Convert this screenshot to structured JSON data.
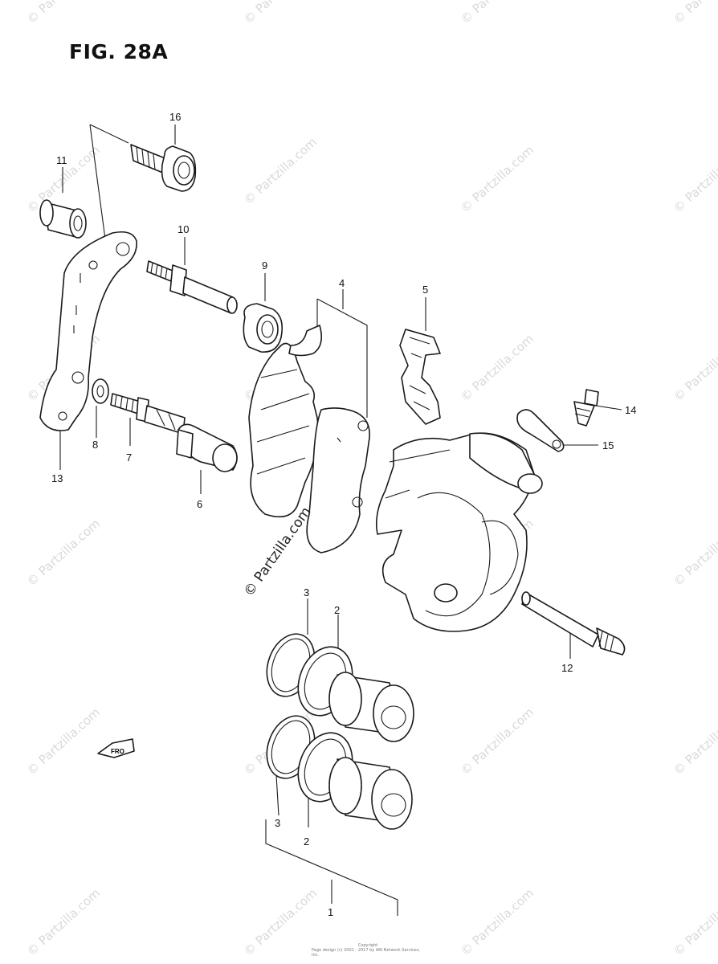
{
  "title": "FIG. 28A",
  "callouts": {
    "c1": "1",
    "c2a": "2",
    "c2b": "2",
    "c3a": "3",
    "c3b": "3",
    "c4": "4",
    "c5": "5",
    "c6": "6",
    "c7": "7",
    "c8": "8",
    "c9": "9",
    "c10": "10",
    "c11": "11",
    "c12": "12",
    "c13": "13",
    "c14": "14",
    "c15": "15",
    "c16": "16"
  },
  "watermark": "© Partzilla.com",
  "front_arrow_label": "FRO",
  "footer_line1": "Copyright",
  "footer_line2": "Page design (c) 2001 - 2017 by ARI Network Services, Inc."
}
